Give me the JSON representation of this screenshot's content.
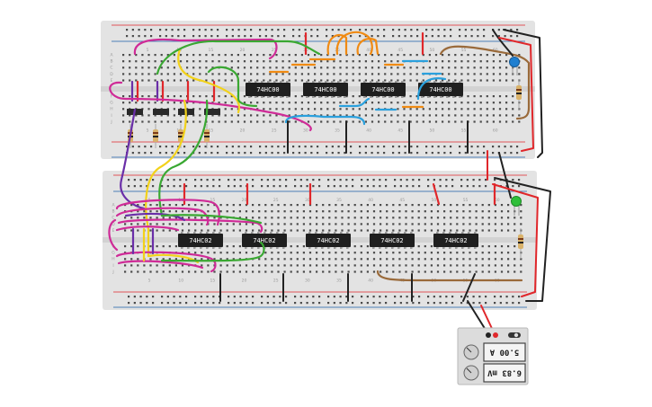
{
  "colors": {
    "board": "#e3e3e3",
    "hole": "#4a4a4a",
    "rail_red": "#e0272b",
    "rail_blue": "#1a5ea8",
    "chip": "#1f1f1f",
    "wire_magenta": "#cf2b97",
    "wire_purple": "#6a2ea8",
    "wire_yellow": "#f2d21a",
    "wire_green": "#3aa832",
    "wire_orange": "#f08a12",
    "wire_blue": "#2aa0dd",
    "wire_brown": "#9a6a3a",
    "wire_black": "#222222",
    "wire_red": "#e0272b",
    "led_blue": "#1f7fd0",
    "led_green": "#2fbf3a"
  },
  "top_board": {
    "chips": [
      "74HC00",
      "74HC00",
      "74HC00",
      "74HC00"
    ],
    "column_numbers_upper": [
      "5",
      "10",
      "15",
      "20",
      "25",
      "30",
      "35",
      "40",
      "45",
      "50",
      "55",
      "60"
    ],
    "column_numbers_lower": [
      "5",
      "10",
      "15",
      "20",
      "25",
      "30",
      "35",
      "40",
      "45",
      "50",
      "55",
      "60"
    ],
    "row_letters_upper": [
      "A",
      "B",
      "C",
      "D",
      "E"
    ],
    "row_letters_lower": [
      "F",
      "G",
      "H",
      "I",
      "J"
    ]
  },
  "bottom_board": {
    "chips": [
      "74HC02",
      "74HC02",
      "74HC02",
      "74HC02",
      "74HC02"
    ],
    "column_numbers_upper": [
      "5",
      "10",
      "15",
      "20",
      "25",
      "30",
      "35",
      "40",
      "45",
      "50",
      "55",
      "60"
    ],
    "column_numbers_lower": [
      "5",
      "10",
      "15",
      "20",
      "25",
      "30",
      "35",
      "40",
      "45",
      "50",
      "55",
      "60"
    ],
    "row_letters_upper": [
      "A",
      "B",
      "C",
      "D",
      "E"
    ],
    "row_letters_lower": [
      "F",
      "G",
      "H",
      "I",
      "J"
    ]
  },
  "power_supply": {
    "current_display": "5.00 A",
    "voltage_display": "6.83 mV"
  }
}
